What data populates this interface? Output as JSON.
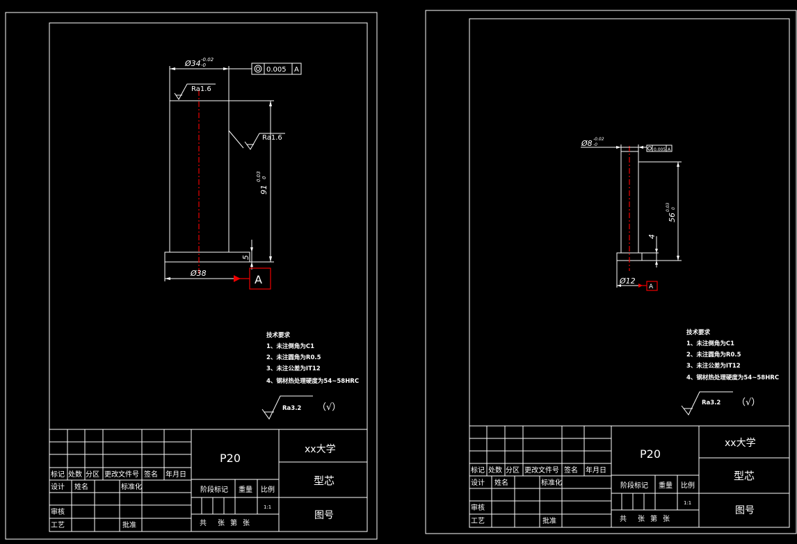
{
  "colors": {
    "background": "#000000",
    "lines": "#ffffff",
    "accent": "#e00000"
  },
  "sheets": [
    {
      "part_no": "P20",
      "dia_top": "Ø34",
      "dia_top_tol_up": "-0.02",
      "dia_top_tol_low": "-0",
      "gtol_value": "0.005",
      "datum": "A",
      "rough1": "Ra1.6",
      "rough2": "Ra1.6",
      "height": "91",
      "height_tol_up": "0.03",
      "height_tol_low": "0",
      "step": "5",
      "dia_base": "Ø38",
      "note_title": "技术要求",
      "notes": [
        "1、未注倒角为C1",
        "2、未注圆角为R0.5",
        "3、未注公差为IT12",
        "4、钢材热处理硬度为54~58HRC"
      ],
      "rough_general": "Ra3.2",
      "rough_paren": "（√）",
      "school": "xx大学",
      "part_name": "型芯",
      "drawing_no": "图号",
      "tb": {
        "biaoji": "标记",
        "chushu": "处数",
        "fenqu": "分区",
        "genggai": "更改文件号",
        "qianming": "签名",
        "nianyueri": "年月日",
        "sheji": "设计",
        "xingming": "姓名",
        "biaozhunhua": "标准化",
        "jieduan": "阶段标记",
        "zhongliang": "重量",
        "bili": "比例",
        "ratio": "1:1",
        "shenhe": "审核",
        "gongyi": "工艺",
        "pizhun": "批准",
        "gong": "共",
        "zhang1": "张",
        "di": "第",
        "zhang2": "张"
      }
    },
    {
      "part_no": "P20",
      "dia_top": "Ø8",
      "dia_top_tol_up": "-0.02",
      "dia_top_tol_low": "-0",
      "gtol_value": "0.005",
      "datum": "A",
      "height": "56",
      "height_tol_up": "0.03",
      "height_tol_low": "0",
      "step": "4",
      "dia_base": "Ø12",
      "note_title": "技术要求",
      "notes": [
        "1、未注倒角为C1",
        "2、未注圆角为R0.5",
        "3、未注公差为IT12",
        "4、钢材热处理硬度为54~58HRC"
      ],
      "rough_general": "Ra3.2",
      "rough_paren": "（√）",
      "school": "xx大学",
      "part_name": "型芯",
      "drawing_no": "图号",
      "tb": {
        "biaoji": "标记",
        "chushu": "处数",
        "fenqu": "分区",
        "genggai": "更改文件号",
        "qianming": "签名",
        "nianyueri": "年月日",
        "sheji": "设计",
        "xingming": "姓名",
        "biaozhunhua": "标准化",
        "jieduan": "阶段标记",
        "zhongliang": "重量",
        "bili": "比例",
        "ratio": "1:1",
        "shenhe": "审核",
        "gongyi": "工艺",
        "pizhun": "批准",
        "gong": "共",
        "zhang1": "张",
        "di": "第",
        "zhang2": "张"
      }
    }
  ]
}
